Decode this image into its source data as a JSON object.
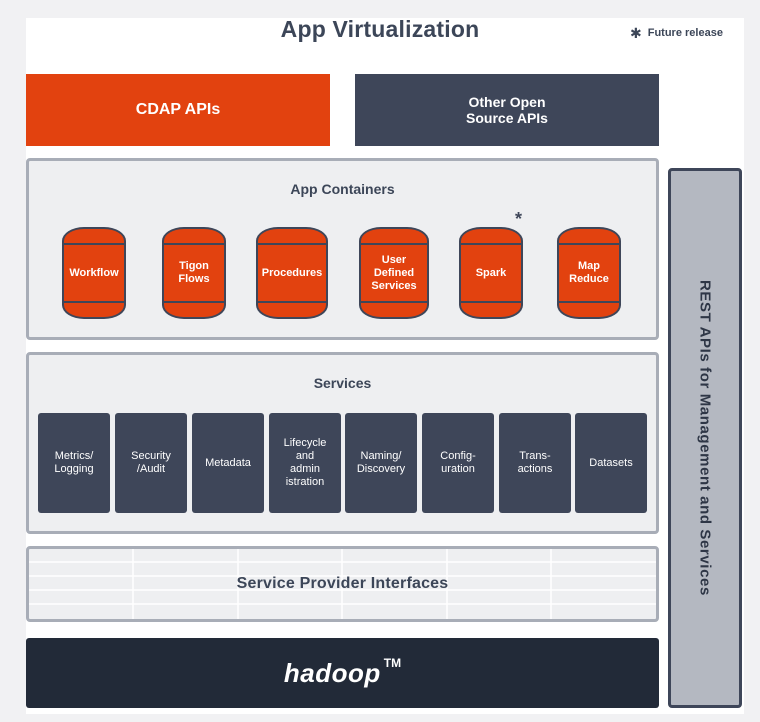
{
  "title": "App Virtualization",
  "legend": {
    "symbol": "✱",
    "label": "Future release"
  },
  "top_boxes": {
    "cdap": "CDAP APIs",
    "other": "Other Open\nSource APIs"
  },
  "containers": {
    "title": "App Containers",
    "future_marker": "*",
    "items": [
      "Workflow",
      "Tigon\nFlows",
      "Procedures",
      "User\nDefined\nServices",
      "Spark",
      "Map\nReduce"
    ]
  },
  "services": {
    "title": "Services",
    "items": [
      "Metrics/\nLogging",
      "Security\n/Audit",
      "Metadata",
      "Lifecycle\nand\nadmin\nistration",
      "Naming/\nDiscovery",
      "Config-\nuration",
      "Trans-\nactions",
      "Datasets"
    ]
  },
  "spi": {
    "label": "Service Provider Interfaces"
  },
  "hadoop": {
    "logo": "hadoop",
    "tm": "TM"
  },
  "rest": {
    "label": "REST APIs for Management and Services"
  },
  "colors": {
    "orange": "#e2420f",
    "slate": "#3e4659",
    "dark": "#222a38",
    "panel": "#eeeff1",
    "border": "#a8adb7",
    "rest_bg": "#b4b8c1"
  }
}
